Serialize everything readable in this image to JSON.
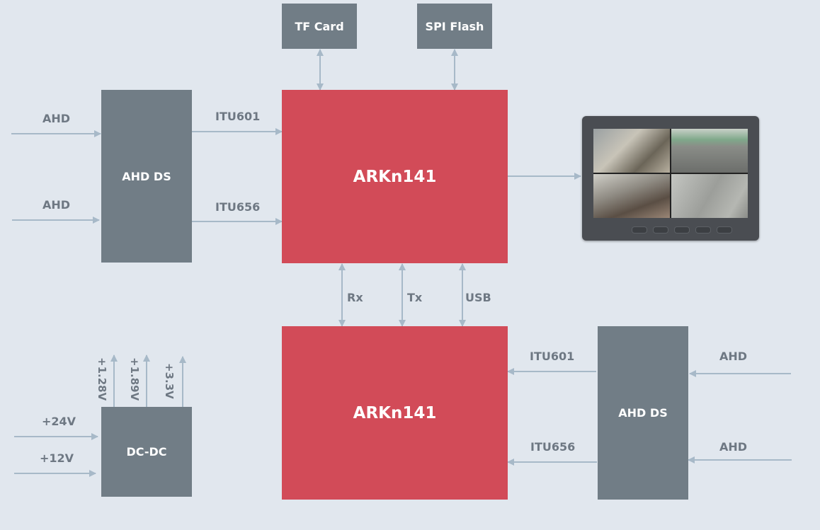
{
  "blocks": {
    "tf_card": "TF Card",
    "spi_flash": "SPI Flash",
    "soc_top": "ARKn141",
    "soc_bottom": "ARKn141",
    "ahd_ds_left": "AHD DS",
    "ahd_ds_right": "AHD DS",
    "dc_dc": "DC-DC"
  },
  "labels": {
    "left_in_1": "AHD",
    "left_in_2": "AHD",
    "left_out_1": "ITU601",
    "left_out_2": "ITU656",
    "right_in_1": "AHD",
    "right_in_2": "AHD",
    "right_out_1": "ITU601",
    "right_out_2": "ITU656",
    "link_rx": "Rx",
    "link_tx": "Tx",
    "link_usb": "USB",
    "power_in_1": "+24V",
    "power_in_2": "+12V",
    "power_out_1": "+1.28V",
    "power_out_2": "+1.89V",
    "power_out_3": "+3.3V"
  },
  "display": {
    "name": "monitor",
    "views": 4
  },
  "colors": {
    "soc": "#d24b58",
    "block": "#717d86",
    "arrow": "#a7b9c8",
    "background": "#e1e7ee"
  }
}
